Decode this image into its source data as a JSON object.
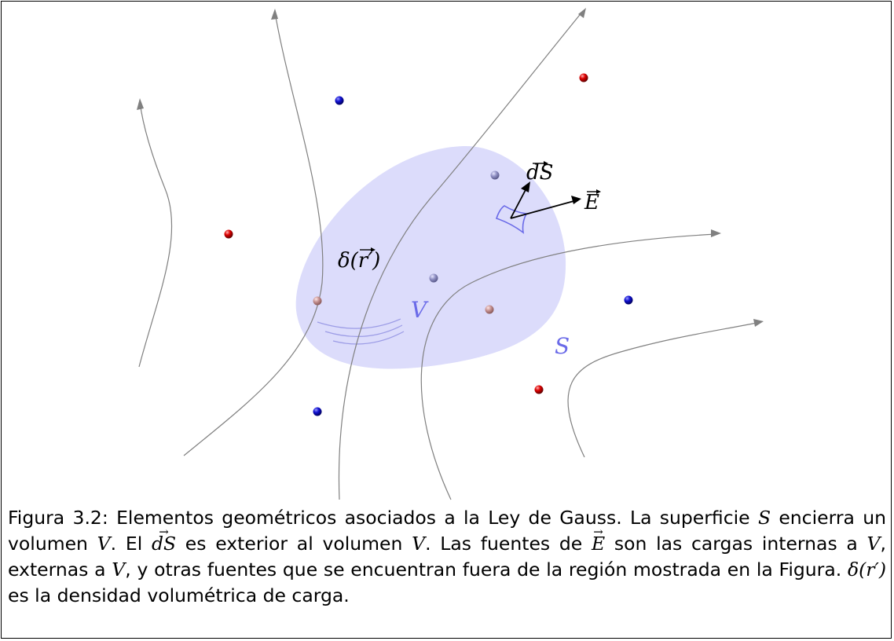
{
  "figure": {
    "labels": {
      "dS": "dS",
      "E": "E",
      "delta": "δ(r′)",
      "V": "V",
      "S": "S"
    },
    "colors": {
      "volume_fill": "#dcdcfb",
      "volume_stroke": "#6a6ae8",
      "field_lines": "#808080",
      "positive_charge": "#d40000",
      "negative_charge": "#0a0ac0",
      "positive_charge_inside": "#c89a96",
      "negative_charge_inside": "#9a9ac8"
    },
    "charges": [
      {
        "sign": "negative",
        "location": "outside"
      },
      {
        "sign": "positive",
        "location": "outside"
      },
      {
        "sign": "positive",
        "location": "outside"
      },
      {
        "sign": "negative",
        "location": "outside"
      },
      {
        "sign": "negative",
        "location": "outside"
      },
      {
        "sign": "positive",
        "location": "outside"
      },
      {
        "sign": "negative",
        "location": "inside"
      },
      {
        "sign": "negative",
        "location": "inside"
      },
      {
        "sign": "positive",
        "location": "inside"
      },
      {
        "sign": "positive",
        "location": "inside"
      }
    ]
  },
  "caption": {
    "label": "Figura 3.2:",
    "t1": " Elementos geométricos asociados a la Ley de Gauss. La superficie ",
    "m1": "S",
    "t2": " encierra un volumen ",
    "m2": "V",
    "t3": ". El ",
    "m3": "dS",
    "t4": " es exterior al volumen ",
    "m4": "V",
    "t5": ". Las fuentes de ",
    "m5": "E",
    "t6": " son las cargas internas a ",
    "m6": "V",
    "t7": ", externas a ",
    "m7": "V",
    "t8": ", y otras fuentes que se encuentran fuera de la región mostrada en la Figura. ",
    "m8": "δ(r′)",
    "t9": " es la densidad volumétrica de carga."
  }
}
